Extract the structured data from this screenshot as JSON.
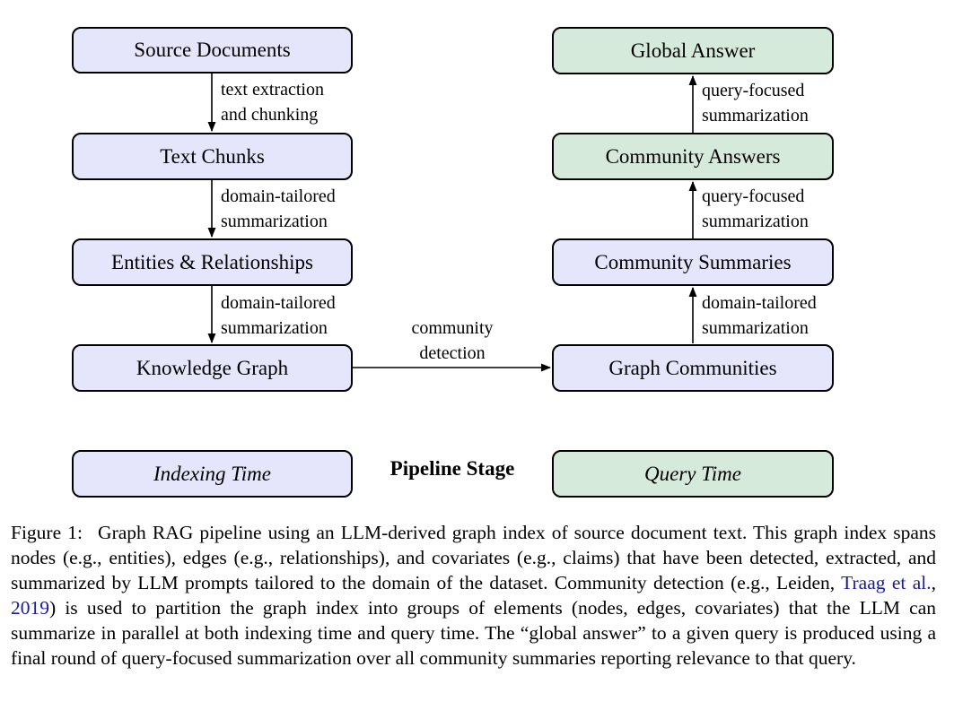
{
  "nodes": {
    "source_documents": "Source Documents",
    "text_chunks": "Text Chunks",
    "entities_relationships": "Entities & Relationships",
    "knowledge_graph": "Knowledge Graph",
    "graph_communities": "Graph Communities",
    "community_summaries": "Community Summaries",
    "community_answers": "Community Answers",
    "global_answer": "Global Answer"
  },
  "edges": {
    "e1": {
      "line1": "text extraction",
      "line2": "and chunking"
    },
    "e2": {
      "line1": "domain-tailored",
      "line2": "summarization"
    },
    "e3": {
      "line1": "domain-tailored",
      "line2": "summarization"
    },
    "e4": {
      "line1": "community",
      "line2": "detection"
    },
    "e5": {
      "line1": "domain-tailored",
      "line2": "summarization"
    },
    "e6": {
      "line1": "query-focused",
      "line2": "summarization"
    },
    "e7": {
      "line1": "query-focused",
      "line2": "summarization"
    }
  },
  "legend": {
    "indexing": "Indexing Time",
    "title": "Pipeline Stage",
    "query": "Query Time"
  },
  "colors": {
    "indexing_fill": "#e5e5fb",
    "query_fill": "#d6eadb",
    "citation": "#1a1a9c"
  },
  "caption": {
    "label": "Figure 1:",
    "text_before": "Graph RAG pipeline using an LLM-derived graph index of source document text. This graph index spans nodes (e.g., entities), edges (e.g., relationships), and covariates (e.g., claims) that have been detected, extracted, and summarized by LLM prompts tailored to the domain of the dataset. Community detection (e.g., Leiden, ",
    "citation_author": "Traag et al.",
    "citation_sep": ", ",
    "citation_year": "2019",
    "text_after": ") is used to partition the graph index into groups of elements (nodes, edges, covariates) that the LLM can summarize in parallel at both indexing time and query time. The “global answer” to a given query is produced using a final round of query-focused summarization over all community summaries reporting relevance to that query."
  }
}
